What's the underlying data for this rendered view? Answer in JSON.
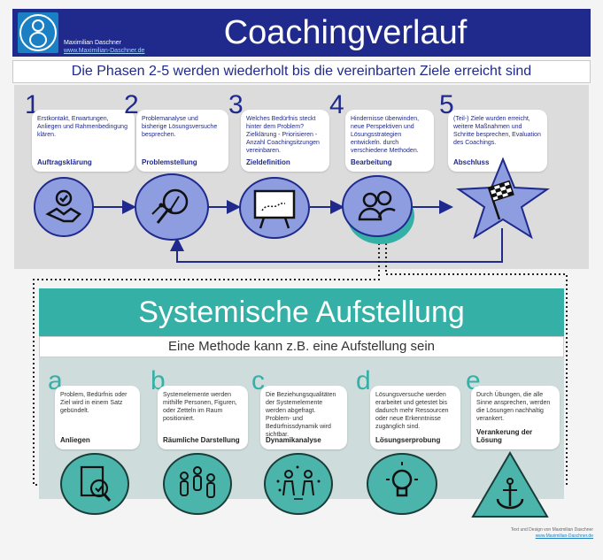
{
  "header": {
    "title": "Coachingverlauf",
    "author": "Maximilian Daschner",
    "website": "www.Maximilian-Daschner.de"
  },
  "subtitle": "Die Phasen 2-5 werden wiederholt bis die vereinbarten Ziele erreicht sind",
  "phases": [
    {
      "num": "1",
      "text": "Erstkontakt, Erwartungen, Anliegen und Rahmenbedingung klären.",
      "label": "Auftragsklärung",
      "icon": "handshake-check-icon"
    },
    {
      "num": "2",
      "text": "Problemanalyse und bisherige Lösungsversuche besprechen.",
      "label": "Problemstellung",
      "icon": "magnifier-chart-icon"
    },
    {
      "num": "3",
      "text": "Welches Bedürfnis steckt hinter dem Problem? Zielklärung - Priorisieren - Anzahl Coachingsitzungen vereinbaren.",
      "label": "Zieldefinition",
      "icon": "whiteboard-plan-icon"
    },
    {
      "num": "4",
      "text": "Hindernisse überwinden, neue Perspektiven und Lösungsstrategien entwickeln. durch verschiedene Methoden.",
      "label": "Bearbeitung",
      "icon": "people-icon"
    },
    {
      "num": "5",
      "text": "(Teil-) Ziele wurden erreicht, weitere Maßnahmen und Schritte besprechen, Evaluation des Coachings.",
      "label": "Abschluss",
      "icon": "checkered-flag-icon"
    }
  ],
  "method": {
    "title": "Systemische Aufstellung",
    "subtitle": "Eine Methode kann z.B. eine Aufstellung sein"
  },
  "steps": [
    {
      "letter": "a",
      "text": "Problem, Bedürfnis oder Ziel wird in einem Satz gebündelt.",
      "label": "Anliegen",
      "icon": "document-check-icon"
    },
    {
      "letter": "b",
      "text": "Systemelemente werden mithilfe Personen, Figuren, oder Zetteln im Raum positioniert.",
      "label": "Räumliche Darstellung",
      "icon": "figures-icon"
    },
    {
      "letter": "c",
      "text": "Die Beziehungsqualitäten der Systemelemente werden abgefragt. Problem- und Bedürfnissdynamik wird sichtbar.",
      "label": "Dynamikanalyse",
      "icon": "dynamics-icon"
    },
    {
      "letter": "d",
      "text": "Lösungsversuche werden erarbeitet und getestet bis dadurch mehr Ressourcen oder neue Erkenntnisse zugänglich sind.",
      "label": "Lösungserprobung",
      "icon": "lightbulb-icon"
    },
    {
      "letter": "e",
      "text": "Durch Übungen, die alle Sinne ansprechen, werden die Lösungen nachhaltig verankert.",
      "label": "Verankerung der Lösung",
      "icon": "anchor-icon"
    }
  ],
  "credit": {
    "line1": "Text und Design von Maximilian Daschner",
    "line2": "www.Maximilian-Daschner.de"
  },
  "colors": {
    "navy": "#1f2a8c",
    "phase_fill": "#8e9de0",
    "teal": "#35b0a6",
    "teal_fill": "#4bb5ab"
  }
}
